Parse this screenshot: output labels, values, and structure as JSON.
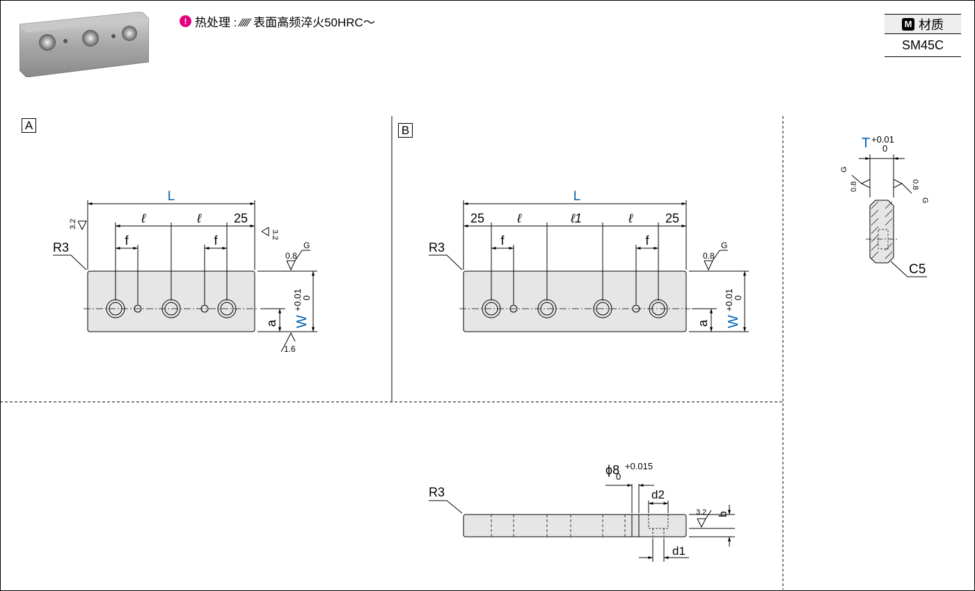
{
  "heat": {
    "icon": "!",
    "text": "热处理 : ⁄⁄⁄⁄⁄  表面高频淬火50HRC〜"
  },
  "material": {
    "icon": "M",
    "label": "材质",
    "value": "SM45C"
  },
  "views": {
    "a_label": "A",
    "b_label": "B"
  },
  "dims": {
    "L": "L",
    "ell": "ℓ",
    "ell1": "ℓ1",
    "f": "f",
    "twentyfive": "25",
    "R3": "R3",
    "W": "W",
    "a": "a",
    "tol_plus": "+0.01",
    "tol_zero": "0",
    "T": "T",
    "C5": "C5",
    "phi8": "ϕ8",
    "phi_tol": "+0.015",
    "d1": "d1",
    "d2": "d2",
    "b": "b"
  },
  "surface": {
    "r32": "3.2",
    "r08": "0.8",
    "r16": "1.6",
    "G": "G"
  },
  "colors": {
    "dimension_blue": "#0060b0",
    "part_fill": "#e6e6e6",
    "heat_icon": "#e4007f"
  }
}
